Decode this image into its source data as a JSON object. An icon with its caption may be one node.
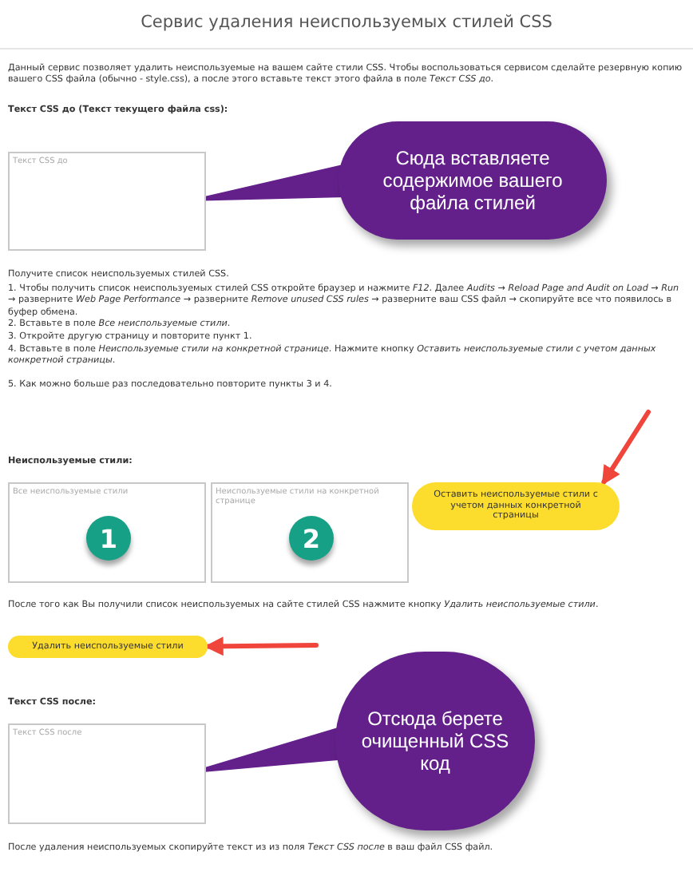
{
  "diagram": {
    "title": "Сервис удаления неиспользуемых стилей CSS",
    "nodes": [
      {
        "text": [
          "Текст CSS до"
        ]
      },
      {
        "text": [
          "Сюда вставляете содержимое вашего файла стилей"
        ]
      },
      {
        "text": [
          "Все неиспользуемые стили"
        ]
      },
      {
        "text": [
          "1"
        ],
        "in": 2
      },
      {
        "text": [
          "Неиспользуемые стили на конкретной странице"
        ]
      },
      {
        "text": [
          "2"
        ],
        "in": 4
      },
      {
        "text": [
          "Оставить неиспользуемые стили с учетом данных конкретной страницы"
        ]
      },
      {
        "text": [
          "Удалить неиспользуемые стили"
        ]
      },
      {
        "text": [
          "Текст CSS после"
        ]
      },
      {
        "text": [
          "Отсюда берете очищенный CSS код"
        ]
      }
    ],
    "edges": [
      {
        "from": 1,
        "to": 0,
        "arrow": "none"
      },
      {
        "from": null,
        "to": 6,
        "arrow": "to",
        "color": "#f0453a"
      },
      {
        "from": null,
        "to": 7,
        "arrow": "to",
        "color": "#f0453a"
      },
      {
        "from": 9,
        "to": 8,
        "arrow": "none"
      }
    ],
    "labels": [
      "Данный сервис позволяет удалить неиспользуемые на вашем сайте стили CSS. Чтобы воспользоваться сервисом сделайте резервную копию вашего CSS файла (обычно - style.css), а после этого вставьте текст этого файла в поле *Текст CSS до*.",
      "Текст CSS до (Текст текущего файла css):",
      "Получите список неиспользуемых стилей CSS.",
      "1. Чтобы получить список неиспользуемых стилей CSS откройте браузер и нажмите *F12*. Далее *Audits* → *Reload Page and Audit on Load* → *Run* → разверните *Web Page Performance* → разверните *Remove unused CSS rules* → разверните ваш CSS файл → скопируйте все что появилось в буфер обмена.",
      "2. Вставьте в поле *Все неиспользуемые стили*.",
      "3. Откройте другую страницу и повторите пункт 1.",
      "4. Вставьте в поле *Неиспользуемые стили на конкретной странице*. Нажмите кнопку *Оставить неиспользуемые стили с учетом данных конкретной страницы*.",
      "5. Как можно больше раз последовательно повторите пункты 3 и 4.",
      "Неиспользуемые стили:",
      "После того как Вы получили список неиспользуемых на сайте стилей CSS нажмите кнопку *Удалить неиспользуемые стили*.",
      "Текст CSS после:",
      "После удаления неиспользуемых скопируйте текст из из поля *Текст CSS после* в ваш файл CSS файл."
    ]
  }
}
